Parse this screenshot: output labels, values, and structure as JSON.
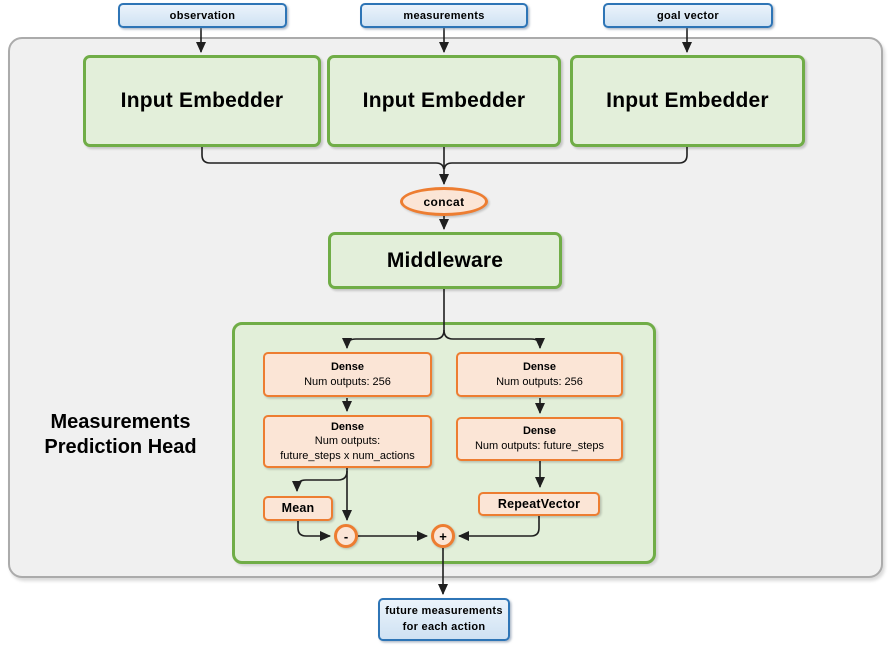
{
  "diagram": {
    "inputs": [
      {
        "label": "observation"
      },
      {
        "label": "measurements"
      },
      {
        "label": "goal vector"
      }
    ],
    "embedders": [
      {
        "label": "Input Embedder"
      },
      {
        "label": "Input Embedder"
      },
      {
        "label": "Input Embedder"
      }
    ],
    "concat": {
      "label": "concat"
    },
    "middleware": {
      "label": "Middleware"
    },
    "head": {
      "title": {
        "line1": "Measurements",
        "line2": "Prediction Head"
      },
      "dense_left_1": {
        "title": "Dense",
        "line1": "Num outputs: 256"
      },
      "dense_right_1": {
        "title": "Dense",
        "line1": "Num outputs: 256"
      },
      "dense_left_2": {
        "title": "Dense",
        "line1": "Num outputs:",
        "line2": "future_steps x num_actions"
      },
      "dense_right_2": {
        "title": "Dense",
        "line1": "Num outputs: future_steps"
      },
      "mean": {
        "label": "Mean"
      },
      "repeat_vector": {
        "label": "RepeatVector"
      },
      "subtract": {
        "label": "-"
      },
      "add": {
        "label": "+"
      }
    },
    "output": {
      "line1": "future measurements",
      "line2": "for each action"
    },
    "colors": {
      "blue_border": "#2E75B6",
      "blue_fill": "#DCE9F7",
      "green_border": "#70AD47",
      "green_fill": "#E2EFD9",
      "orange_border": "#ED7D31",
      "orange_fill": "#FBE5D6",
      "outer_fill": "#F0F0F0",
      "outer_border": "#ABABAB",
      "line": "#1F1F1F"
    }
  }
}
